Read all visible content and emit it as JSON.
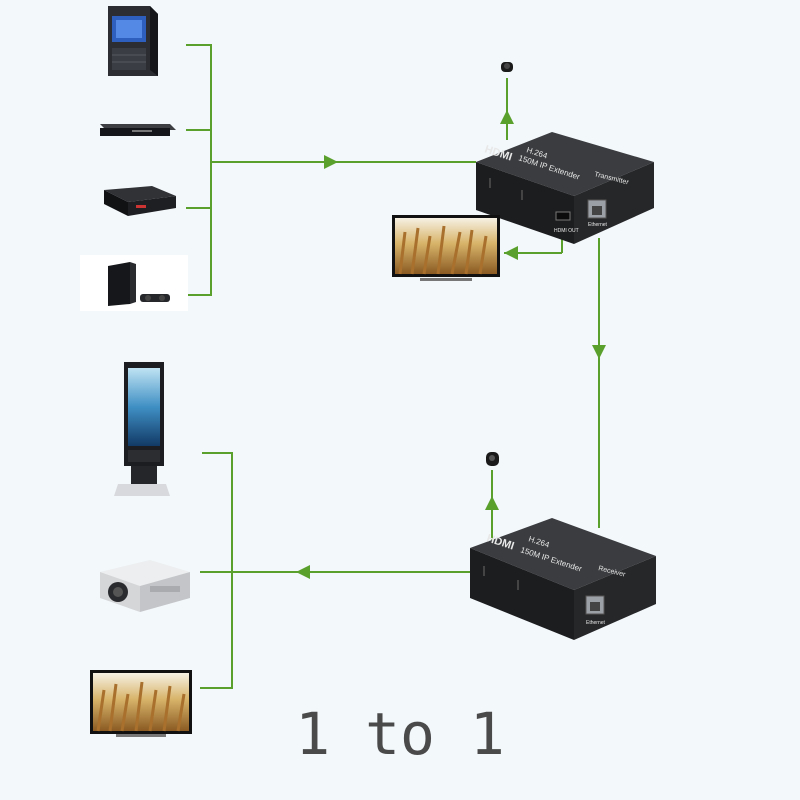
{
  "caption": "1 to 1",
  "colors": {
    "line": "#5aa02c",
    "box_top": "#3a3c3f",
    "box_side": "#1c1d1f",
    "background": "#f3f8fb"
  },
  "transmitter": {
    "logo": "HDMI",
    "codec": "H.264",
    "model": "150M IP Extender",
    "role": "Transmitter",
    "ports": [
      "HDMI OUT",
      "Ethernet"
    ]
  },
  "receiver": {
    "logo": "HDMI",
    "codec": "H.264",
    "model": "150M IP Extender",
    "role": "Receiver",
    "ports": [
      "Ethernet"
    ]
  },
  "sources": [
    {
      "icon": "desktop-pc-icon"
    },
    {
      "icon": "dvd-player-icon"
    },
    {
      "icon": "set-top-box-icon"
    },
    {
      "icon": "game-console-icon"
    }
  ],
  "outputs": [
    {
      "icon": "digital-signage-kiosk-icon"
    },
    {
      "icon": "projector-icon"
    },
    {
      "icon": "tv-icon"
    }
  ],
  "local_monitor": {
    "icon": "tv-icon"
  }
}
